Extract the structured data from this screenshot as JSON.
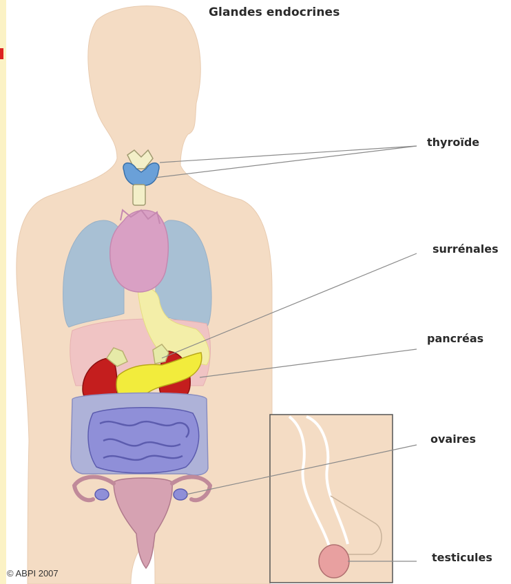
{
  "title": "Glandes endocrines",
  "labels": {
    "thyroide": "thyroïde",
    "surrenales": "surrénales",
    "pancreas": "pancréas",
    "ovaires": "ovaires",
    "testicules": "testicules"
  },
  "copyright": "© ABPI 2007",
  "colors": {
    "skin": "#f4dcc4",
    "lungs": "#a8c0d4",
    "heart": "#d9a0c4",
    "kidney": "#c41e1e",
    "pancreas": "#f2ec3c",
    "intestine": "#8f8fd8",
    "uterus": "#d6a2b2",
    "thyroid": "#6aa0d8",
    "label_line": "#888888"
  }
}
